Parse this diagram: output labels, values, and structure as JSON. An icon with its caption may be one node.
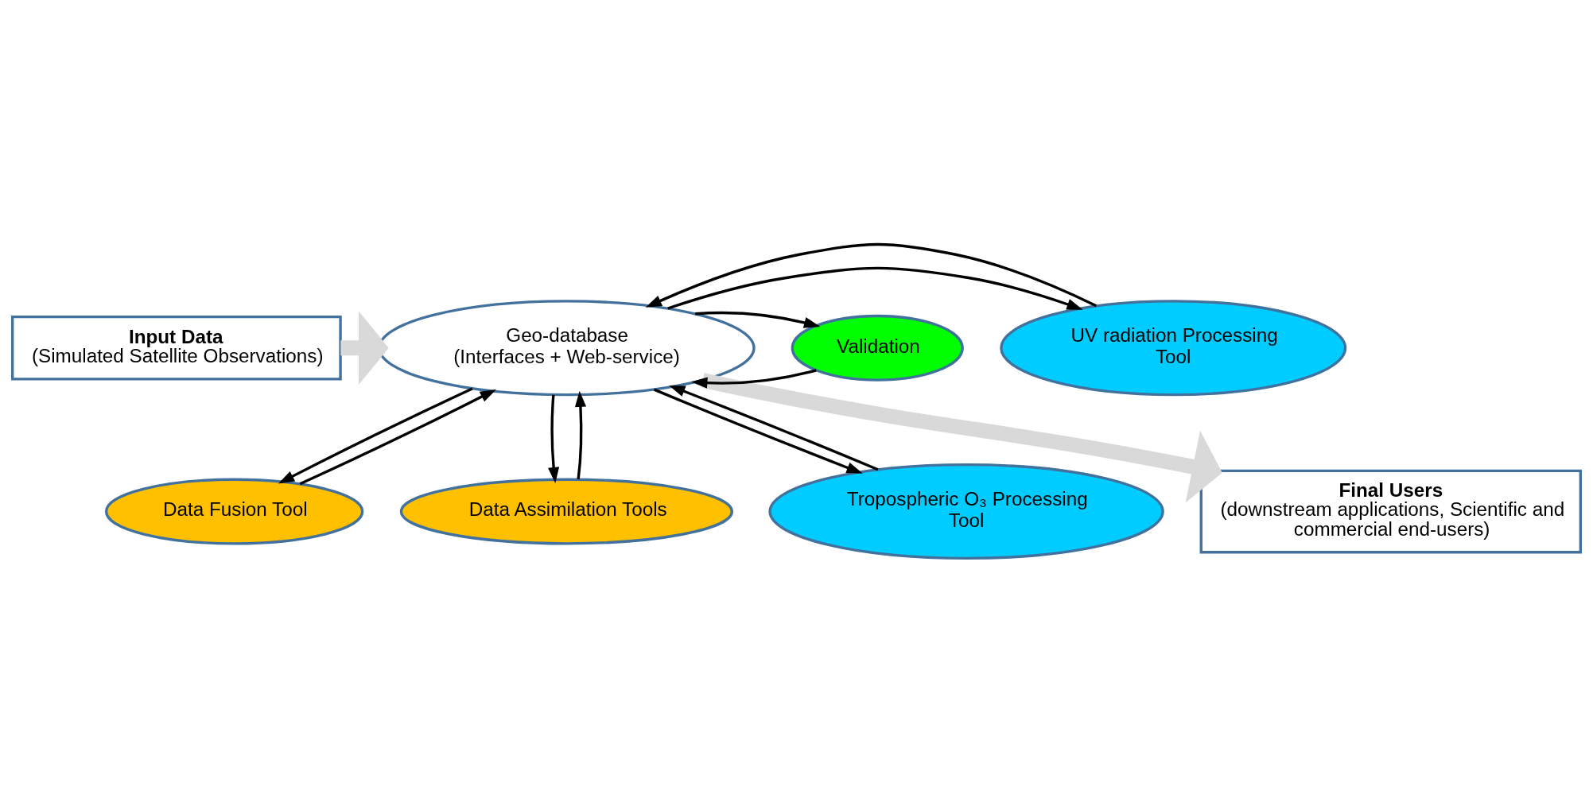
{
  "diagram": {
    "nodes": [
      {
        "text": [
          "Input Data",
          "(Simulated Satellite Observations)"
        ]
      },
      {
        "text": [
          "Geo-database",
          "(Interfaces + Web-service)"
        ]
      },
      {
        "text": [
          "Data Fusion Tool"
        ]
      },
      {
        "text": [
          "Data Assimilation Tools"
        ]
      },
      {
        "text": [
          "Tropospheric O₃ Processing Tool"
        ]
      },
      {
        "text": [
          "UV radiation Processing Tool"
        ]
      },
      {
        "text": [
          "Validation"
        ]
      },
      {
        "text": [
          "Final Users",
          "(downstream applications, Scientific and commercial end-users)"
        ]
      }
    ],
    "edges": [
      {
        "from": 0,
        "to": 1,
        "arrow": "to",
        "style": "thick",
        "color": "#d9d9d9"
      },
      {
        "from": 2,
        "to": 1,
        "arrow": "to"
      },
      {
        "from": 1,
        "to": 2,
        "arrow": "to"
      },
      {
        "from": 1,
        "to": 3,
        "arrow": "to"
      },
      {
        "from": 3,
        "to": 1,
        "arrow": "to"
      },
      {
        "from": 4,
        "to": 1,
        "arrow": "to"
      },
      {
        "from": 1,
        "to": 4,
        "arrow": "to"
      },
      {
        "from": 1,
        "to": 5,
        "arrow": "to"
      },
      {
        "from": 5,
        "to": 1,
        "arrow": "to"
      },
      {
        "from": 6,
        "to": 1,
        "arrow": "to"
      },
      {
        "from": 1,
        "to": 6,
        "arrow": "to"
      },
      {
        "from": 1,
        "to": 7,
        "arrow": "to",
        "style": "thick",
        "color": "#d9d9d9"
      }
    ]
  }
}
